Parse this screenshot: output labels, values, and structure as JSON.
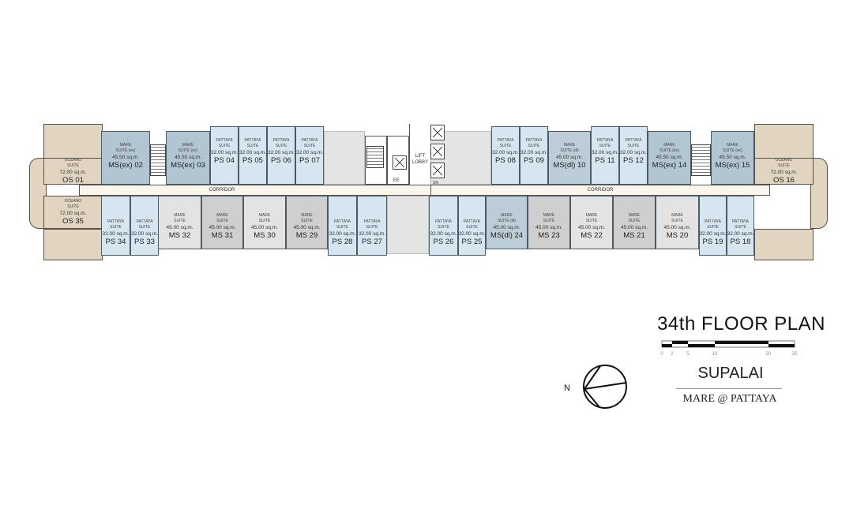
{
  "title": "34th FLOOR PLAN",
  "brand": "SUPALAI",
  "project": "MARE @ PATTAYA",
  "compass_label": "N",
  "scale_labels": [
    "0",
    "2",
    "5",
    "10",
    "20",
    "25"
  ],
  "corridor_label": "CORRIDOR",
  "core": {
    "lift_lobby": "LIFT LOBBY",
    "ee": "EE",
    "sn": "SN"
  },
  "units_top": [
    {
      "l1": "OCEANO",
      "l2": "SUITE",
      "area": "72.00 sq.m.",
      "code": "OS 01"
    },
    {
      "l1": "MARE",
      "l2": "SUITE (ex)",
      "area": "45.50 sq.m.",
      "code": "MS(ex) 02"
    },
    {
      "l1": "MARE",
      "l2": "SUITE (ex)",
      "area": "45.50 sq.m.",
      "code": "MS(ex) 03"
    },
    {
      "l1": "PATTAYA",
      "l2": "SUITE",
      "area": "32.00 sq.m.",
      "code": "PS 04"
    },
    {
      "l1": "PATTAYA",
      "l2": "SUITE",
      "area": "32.00 sq.m.",
      "code": "PS 05"
    },
    {
      "l1": "PATTAYA",
      "l2": "SUITE",
      "area": "32.00 sq.m.",
      "code": "PS 06"
    },
    {
      "l1": "PATTAYA",
      "l2": "SUITE",
      "area": "32.00 sq.m.",
      "code": "PS 07"
    },
    {
      "l1": "PATTAYA",
      "l2": "SUITE",
      "area": "32.00 sq.m.",
      "code": "PS 08"
    },
    {
      "l1": "PATTAYA",
      "l2": "SUITE",
      "area": "32.00 sq.m.",
      "code": "PS 09"
    },
    {
      "l1": "MARE",
      "l2": "SUITE (dl)",
      "area": "45.00 sq.m.",
      "code": "MS(dl) 10"
    },
    {
      "l1": "PATTAYA",
      "l2": "SUITE",
      "area": "32.00 sq.m.",
      "code": "PS 11"
    },
    {
      "l1": "PATTAYA",
      "l2": "SUITE",
      "area": "32.00 sq.m.",
      "code": "PS 12"
    },
    {
      "l1": "MARE",
      "l2": "SUITE (ex)",
      "area": "45.50 sq.m.",
      "code": "MS(ex) 14"
    },
    {
      "l1": "MARE",
      "l2": "SUITE (ex)",
      "area": "45.50 sq.m.",
      "code": "MS(ex) 15"
    },
    {
      "l1": "OCEANO",
      "l2": "SUITE",
      "area": "72.00 sq.m.",
      "code": "OS 16"
    }
  ],
  "units_bottom": [
    {
      "l1": "OCEANO",
      "l2": "SUITE",
      "area": "72.00 sq.m.",
      "code": "OS 35"
    },
    {
      "l1": "PATTAYA",
      "l2": "SUITE",
      "area": "32.00 sq.m.",
      "code": "PS 34"
    },
    {
      "l1": "PATTAYA",
      "l2": "SUITE",
      "area": "32.00 sq.m.",
      "code": "PS 33"
    },
    {
      "l1": "MARE",
      "l2": "SUITE",
      "area": "45.00 sq.m.",
      "code": "MS 32"
    },
    {
      "l1": "MARE",
      "l2": "SUITE",
      "area": "45.00 sq.m.",
      "code": "MS 31"
    },
    {
      "l1": "MARE",
      "l2": "SUITE",
      "area": "45.00 sq.m.",
      "code": "MS 30"
    },
    {
      "l1": "MARE",
      "l2": "SUITE",
      "area": "45.00 sq.m.",
      "code": "MS 29"
    },
    {
      "l1": "PATTAYA",
      "l2": "SUITE",
      "area": "32.00 sq.m.",
      "code": "PS 28"
    },
    {
      "l1": "PATTAYA",
      "l2": "SUITE",
      "area": "32.00 sq.m.",
      "code": "PS 27"
    },
    {
      "l1": "PATTAYA",
      "l2": "SUITE",
      "area": "32.00 sq.m.",
      "code": "PS 26"
    },
    {
      "l1": "PATTAYA",
      "l2": "SUITE",
      "area": "32.00 sq.m.",
      "code": "PS 25"
    },
    {
      "l1": "MARE",
      "l2": "SUITE (dl)",
      "area": "45.00 sq.m.",
      "code": "MS(dl) 24"
    },
    {
      "l1": "MARE",
      "l2": "SUITE",
      "area": "45.00 sq.m.",
      "code": "MS 23"
    },
    {
      "l1": "MARE",
      "l2": "SUITE",
      "area": "45.00 sq.m.",
      "code": "MS 22"
    },
    {
      "l1": "MARE",
      "l2": "SUITE",
      "area": "45.00 sq.m.",
      "code": "MS 21"
    },
    {
      "l1": "MARE",
      "l2": "SUITE",
      "area": "45.00 sq.m.",
      "code": "MS 20"
    },
    {
      "l1": "PATTAYA",
      "l2": "SUITE",
      "area": "32.00 sq.m.",
      "code": "PS 19"
    },
    {
      "l1": "PATTAYA",
      "l2": "SUITE",
      "area": "32.00 sq.m.",
      "code": "PS 18"
    }
  ],
  "colors": {
    "pattaya": "#d5e6f0",
    "mare_ex": "#b2c6d2",
    "mare": "#e3e3e3",
    "oceano": "#e1d4c1",
    "corridor": "#faf6ec"
  }
}
